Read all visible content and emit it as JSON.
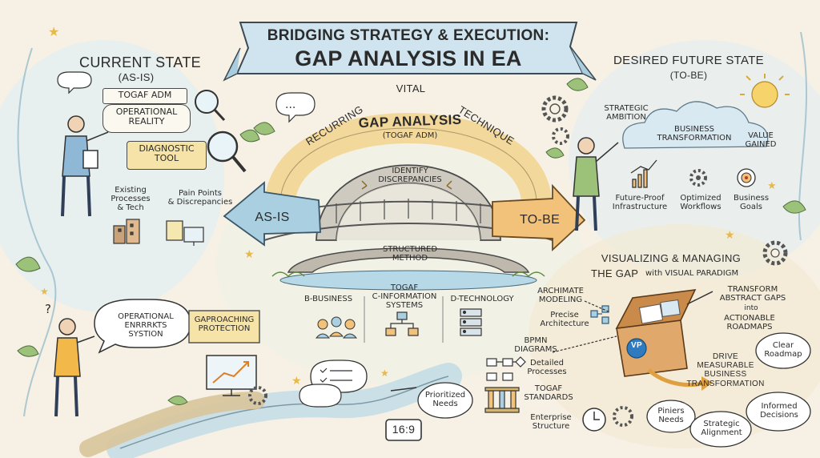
{
  "title": {
    "line1": "BRIDGING STRATEGY & EXECUTION:",
    "line2": "GAP ANALYSIS IN EA"
  },
  "current_state": {
    "heading": "CURRENT STATE",
    "sub": "(AS-IS)",
    "togaf_label": "TOGAF ADM",
    "bubble": "OPERATIONAL\nREALITY",
    "diagnostic": "DIAGNOSTIC\nTOOL",
    "existing": "Existing\nProcesses\n& Tech",
    "pain": "Pain Points\n& Discrepancies"
  },
  "center": {
    "vital": "VITAL",
    "recurring": "RECURRING",
    "technique": "TECHNIQUE",
    "gap_title": "GAP ANALYSIS",
    "gap_sub": "(TOGAF ADM)",
    "identify": "IDENTIFY\nDISCREPANCIES",
    "structured": "STRUCTURED\nMETHOD",
    "as_is_arrow": "AS-IS",
    "to_be_arrow": "TO-BE",
    "b_business": "B-BUSINESS",
    "c_info": "TOGAF\nC-INFORMATION\nSYSTEMS",
    "d_tech": "D-TECHNOLOGY"
  },
  "future_state": {
    "heading": "DESIRED FUTURE STATE",
    "sub": "(TO-BE)",
    "ambition": "STRATEGIC\nAMBITION",
    "transformation": "BUSINESS\nTRANSFORMATION",
    "value": "VALUE\nGAINED",
    "infra": "Future-Proof\nInfrastructure",
    "workflows": "Optimized\nWorkflows",
    "goals": "Business\nGoals"
  },
  "visual_paradigm": {
    "heading1": "VISUALIZING & MANAGING",
    "heading2": "THE GAP",
    "with": "with VISUAL PARADIGM",
    "archimate": "ARCHIMATE\nMODELING",
    "precise": "Precise\nArchitecture",
    "bpmn": "BPMN\nDIAGRAMS",
    "detailed": "Detailed\nProcesses",
    "togaf_std": "TOGAF\nSTANDARDS",
    "enterprise": "Enterprise\nStructure",
    "transform": "TRANSFORM\nABSTRACT GAPS",
    "into": "into",
    "actionable": "ACTIONABLE\nROADMAPS",
    "clear": "Clear\nRoadmap",
    "drive": "DRIVE\nMEASURABLE\nBUSINESS\nTRANSFORMATION",
    "vp_logo": "VP",
    "piniers": "Piniers\nNeeds",
    "strategic": "Strategic\nAlignment",
    "informed": "Informed\nDecisions"
  },
  "bottom_left": {
    "bubble": "OPERATIONAL\nENRRRKTS\nSYSTION",
    "note": "GAPROACHING\nPROTECTION",
    "prioritized": "Prioritized\nNeeds",
    "ratio": "16:9",
    "question": "?"
  }
}
